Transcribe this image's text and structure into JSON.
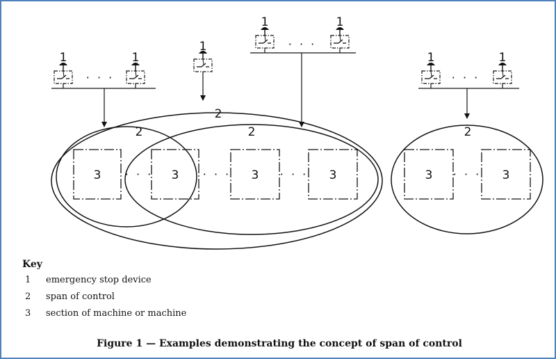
{
  "diagram": {
    "device_label": "1",
    "span_label": "2",
    "section_label": "3",
    "ellipsis": "· · ·"
  },
  "key": {
    "title": "Key",
    "items": [
      {
        "num": "1",
        "text": "emergency stop device"
      },
      {
        "num": "2",
        "text": "span of control"
      },
      {
        "num": "3",
        "text": "section of machine or machine"
      }
    ]
  },
  "caption": "Figure 1 — Examples demonstrating the concept of span of control"
}
